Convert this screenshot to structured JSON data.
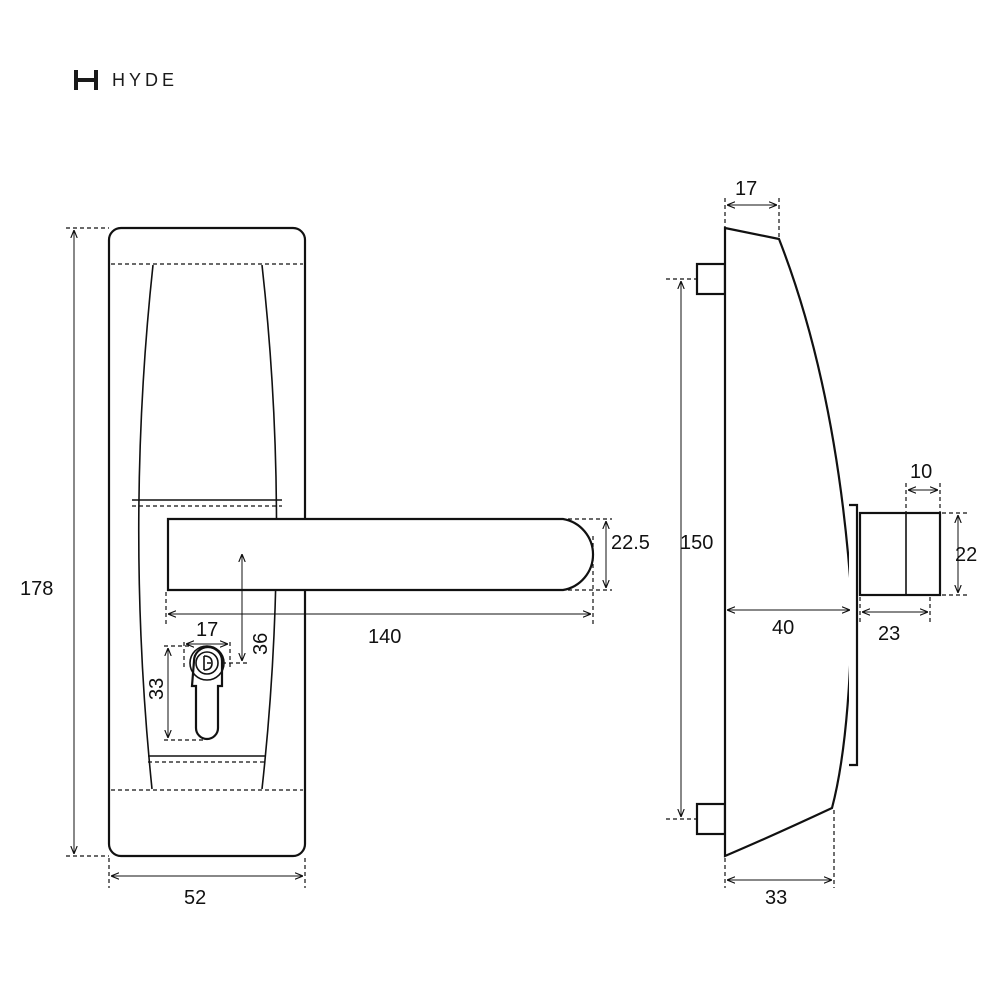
{
  "brand": {
    "name": "HYDE"
  },
  "dimensions": {
    "front_height": "178",
    "front_width": "52",
    "lever_length": "140",
    "lever_thickness": "22.5",
    "cylinder_width": "17",
    "cylinder_height": "33",
    "cylinder_offset": "36",
    "side_top_depth": "17",
    "side_fixing_centres": "150",
    "side_depth": "40",
    "side_bottom_depth": "33",
    "spindle_length": "10",
    "spindle_height": "22",
    "spindle_projection": "23"
  }
}
